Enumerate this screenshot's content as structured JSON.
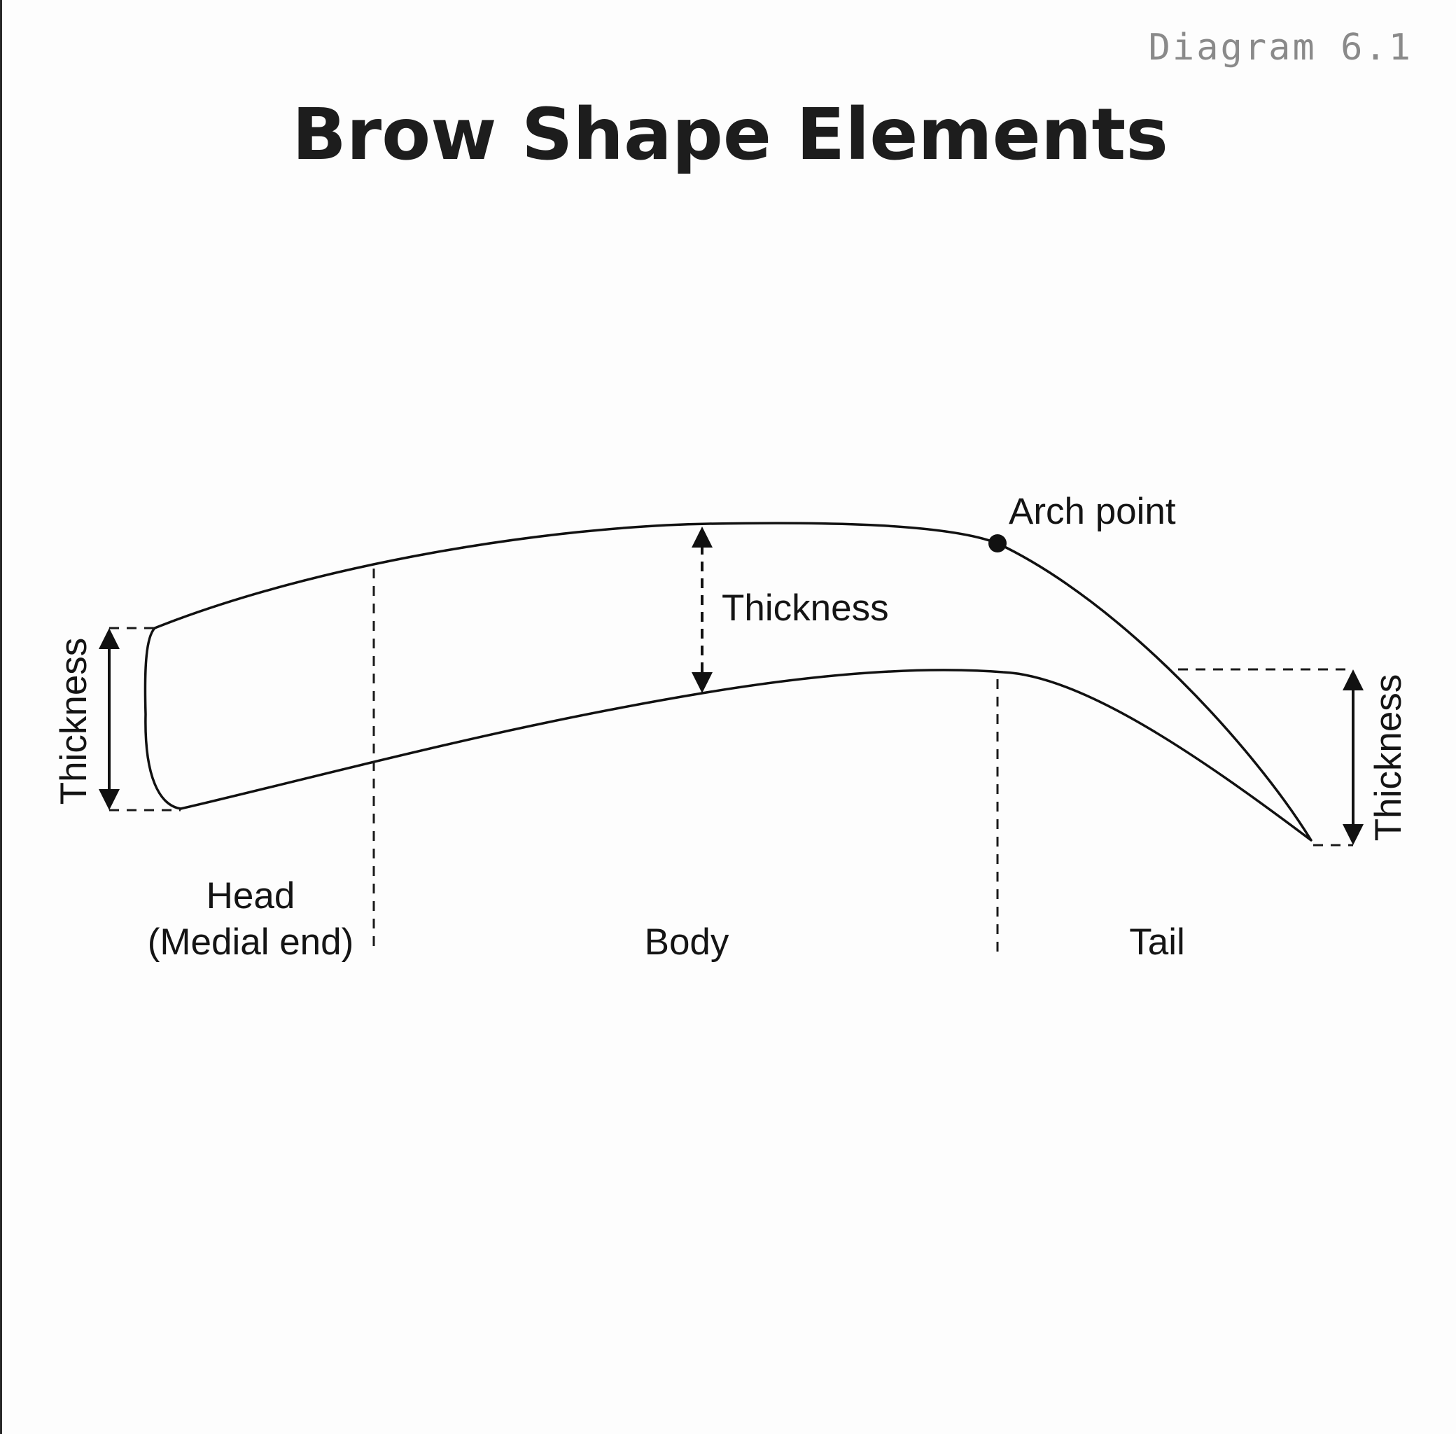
{
  "caption": "Diagram 6.1",
  "title": "Brow Shape Elements",
  "labels": {
    "arch_point": "Arch point",
    "thickness_body": "Thickness",
    "thickness_head": "Thickness",
    "thickness_tail": "Thickness",
    "head_line1": "Head",
    "head_line2": "(Medial end)",
    "body": "Body",
    "tail": "Tail"
  }
}
